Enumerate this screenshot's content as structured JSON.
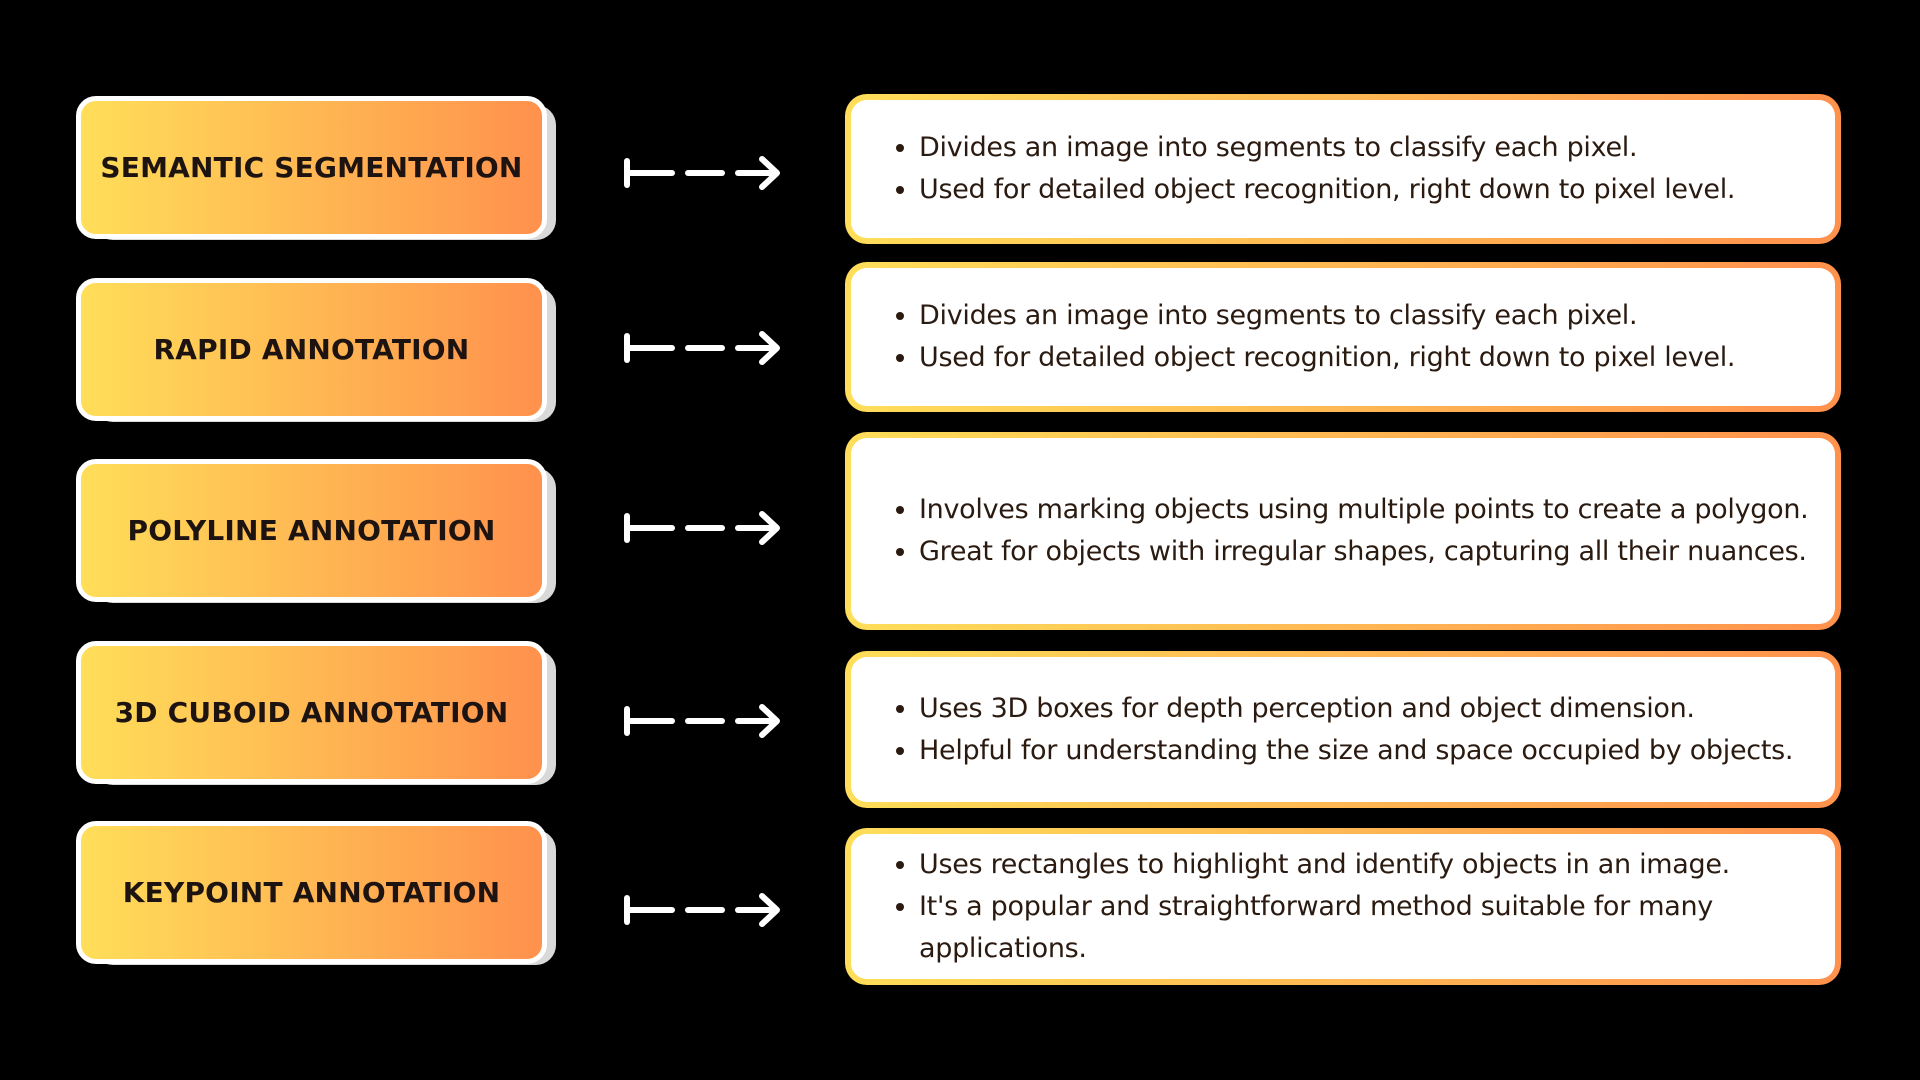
{
  "rows": [
    {
      "label": "SEMANTIC SEGMENTATION",
      "bullets": [
        "Divides an image into segments to classify each pixel.",
        "Used for detailed object recognition, right down to pixel level."
      ]
    },
    {
      "label": "RAPID ANNOTATION",
      "bullets": [
        "Divides an image into segments to classify each pixel.",
        "Used for detailed object recognition, right down to pixel level."
      ]
    },
    {
      "label": "POLYLINE ANNOTATION",
      "bullets": [
        "Involves marking objects using multiple points to create a polygon.",
        "Great for objects with irregular shapes, capturing all their nuances."
      ]
    },
    {
      "label": "3D CUBOID ANNOTATION",
      "bullets": [
        "Uses 3D boxes for depth perception and object dimension.",
        "Helpful for understanding the size and space occupied by objects."
      ]
    },
    {
      "label": "KEYPOINT ANNOTATION",
      "bullets": [
        "Uses rectangles to highlight and identify objects in an image.",
        "It's a popular and straightforward method suitable for many applications."
      ]
    }
  ],
  "colors": {
    "background": "#000000",
    "gradient_start": "#ffde59",
    "gradient_end": "#ff914d",
    "text": "#1d1412",
    "arrow": "#ffffff"
  },
  "icons": {
    "connector": "arrow-right-icon"
  }
}
